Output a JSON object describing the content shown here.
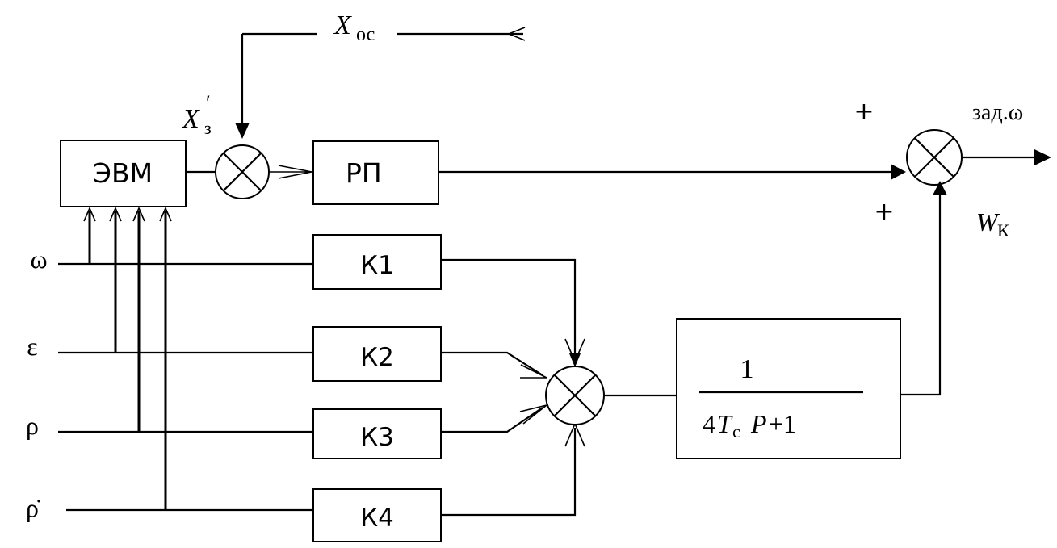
{
  "blocks": {
    "evm": "ЭВМ",
    "rp": "РП",
    "k1": "К1",
    "k2": "К2",
    "k3": "К3",
    "k4": "К4",
    "tf_num": "1",
    "tf_den_a": "4",
    "tf_den_b": "T",
    "tf_den_c": "c",
    "tf_den_d": "P",
    "tf_den_e": "+1"
  },
  "signals": {
    "x_oc_main": "X",
    "x_oc_sub": "ос",
    "x_z_main": "X",
    "x_z_sub": "з",
    "x_z_prime": "′",
    "output": "зад.ω",
    "w_main": "W",
    "w_sub": "К",
    "plus_top": "+",
    "plus_bottom": "+"
  },
  "inputs": {
    "omega": "ω",
    "epsilon": "ε",
    "rho": "ρ",
    "rho_dot": "ρ̇"
  }
}
